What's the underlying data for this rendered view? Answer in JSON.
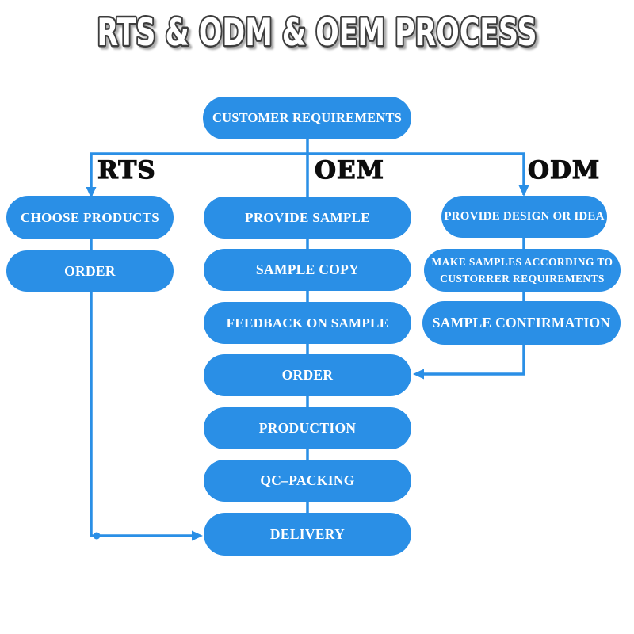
{
  "title": "RTS & ODM & OEM PROCESS",
  "colors": {
    "accent": "#2a8fe6",
    "box_text": "#ffffff",
    "label_text": "#0d0d0d"
  },
  "branches": {
    "rts": "RTS",
    "oem": "OEM",
    "odm": "ODM"
  },
  "nodes": {
    "customer_requirements": "CUSTOMER REQUIREMENTS",
    "choose_products": "CHOOSE PRODUCTS",
    "order_rts": "ORDER",
    "provide_sample": "PROVIDE SAMPLE",
    "sample_copy": "SAMPLE COPY",
    "feedback_on_sample": "FEEDBACK ON SAMPLE",
    "order": "ORDER",
    "production": "PRODUCTION",
    "qc_packing": "QC–PACKING",
    "delivery": "DELIVERY",
    "provide_design": "PROVIDE DESIGN OR IDEA",
    "make_samples_line1": "MAKE SAMPLES ACCORDING TO",
    "make_samples_line2": "CUSTORRER REQUIREMENTS",
    "sample_confirmation": "SAMPLE CONFIRMATION"
  }
}
